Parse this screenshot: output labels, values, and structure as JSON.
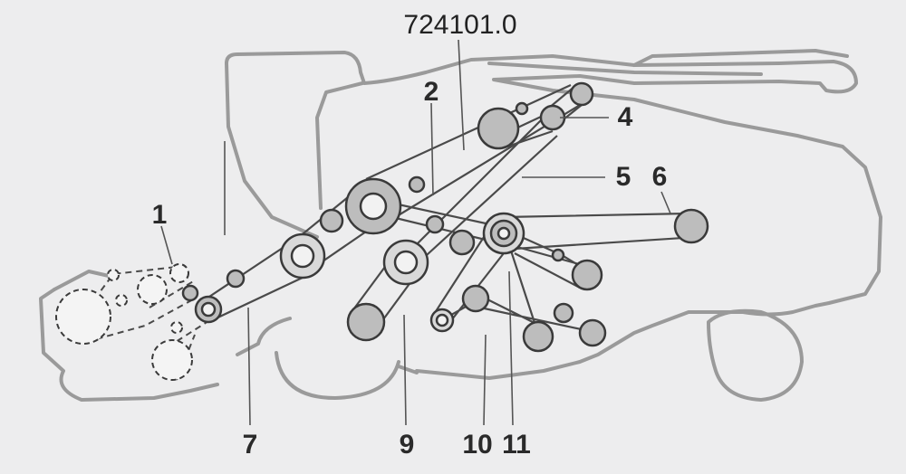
{
  "drawing_number": "724101.0",
  "callouts": {
    "c1": "1",
    "c2": "2",
    "c4": "4",
    "c5": "5",
    "c6": "6",
    "c7": "7",
    "c9": "9",
    "c10": "10",
    "c11": "11"
  }
}
